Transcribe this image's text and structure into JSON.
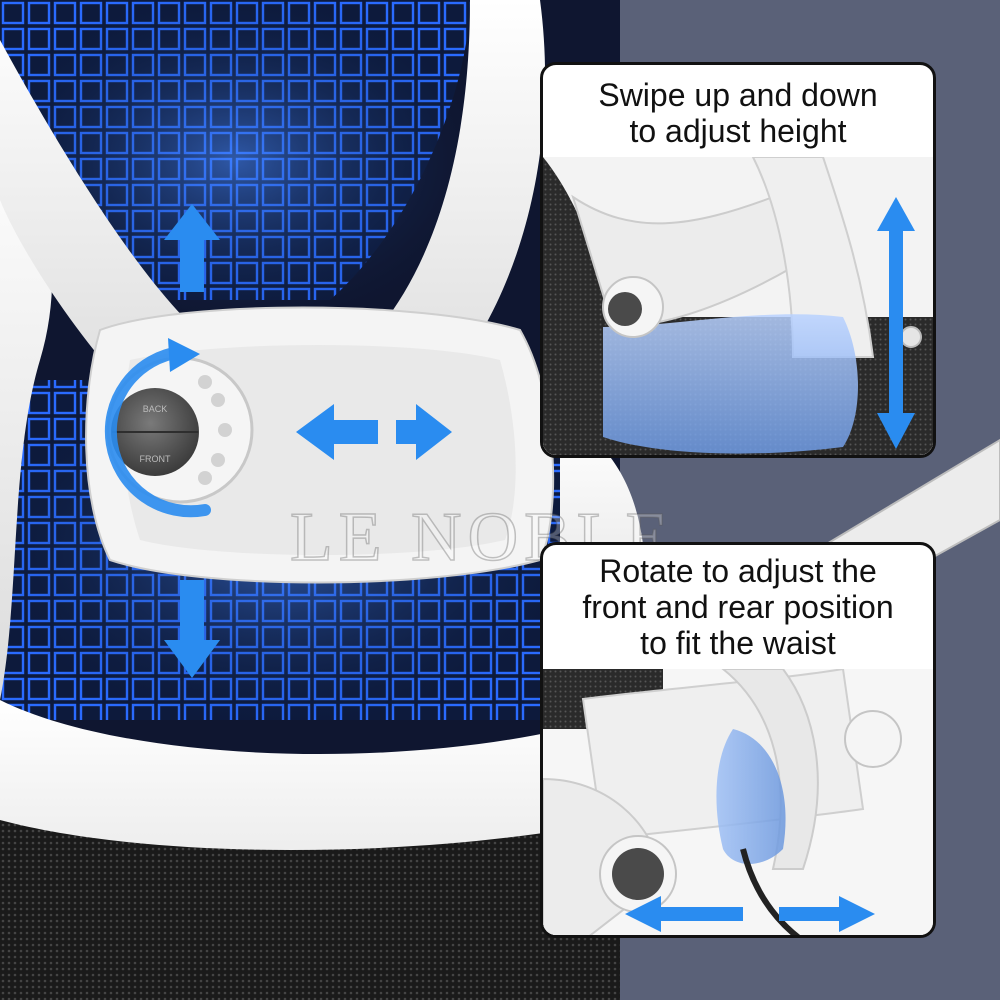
{
  "callouts": {
    "height": {
      "line1": "Swipe up and down",
      "line2": "to adjust height"
    },
    "depth": {
      "line1": "Rotate to adjust the",
      "line2": "front and rear position",
      "line3": "to fit the waist"
    }
  },
  "watermark": "LE NOBLE",
  "knob": {
    "top_text": "BACK",
    "bottom_text": "FRONT"
  },
  "colors": {
    "arrow": "#2a8cf0",
    "mesh": "#1b4fd6",
    "frame": "#f2f2f2",
    "panel_border": "#111111",
    "background": "#5a6178"
  },
  "icons": [
    "arrow-up-icon",
    "arrow-down-icon",
    "arrow-left-icon",
    "arrow-right-icon",
    "rotate-arrow-icon"
  ]
}
